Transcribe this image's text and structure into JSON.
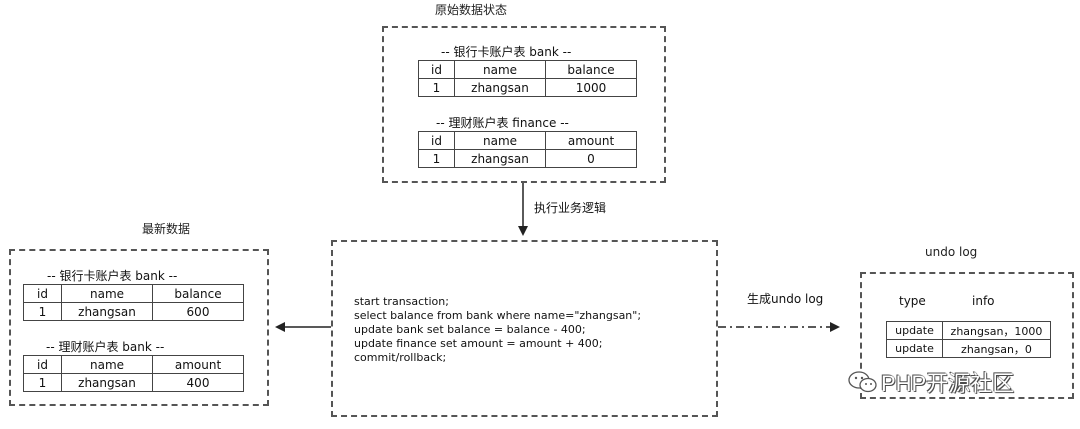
{
  "original_state": {
    "title": "原始数据状态",
    "bank_caption": "-- 银行卡账户表 bank --",
    "bank_table": {
      "headers": [
        "id",
        "name",
        "balance"
      ],
      "rows": [
        [
          "1",
          "zhangsan",
          "1000"
        ]
      ]
    },
    "finance_caption": "-- 理财账户表 finance --",
    "finance_table": {
      "headers": [
        "id",
        "name",
        "amount"
      ],
      "rows": [
        [
          "1",
          "zhangsan",
          "0"
        ]
      ]
    }
  },
  "execute_label": "执行业务逻辑",
  "transaction": {
    "lines": [
      "start transaction;",
      "select balance from bank where name=\"zhangsan\";",
      "update bank set balance = balance - 400;",
      "update finance set amount = amount + 400;",
      "commit/rollback;"
    ]
  },
  "latest_state": {
    "title": "最新数据",
    "bank_caption": "-- 银行卡账户表 bank --",
    "bank_table": {
      "headers": [
        "id",
        "name",
        "balance"
      ],
      "rows": [
        [
          "1",
          "zhangsan",
          "600"
        ]
      ]
    },
    "finance_caption": "-- 理财账户表 bank --",
    "finance_table": {
      "headers": [
        "id",
        "name",
        "amount"
      ],
      "rows": [
        [
          "1",
          "zhangsan",
          "400"
        ]
      ]
    }
  },
  "generate_label": "生成undo log",
  "undo_log": {
    "title": "undo log",
    "headers": [
      "type",
      "info"
    ],
    "rows": [
      [
        "update",
        "zhangsan，1000"
      ],
      [
        "update",
        "zhangsan，0"
      ]
    ]
  },
  "watermark": "PHP开源社区"
}
